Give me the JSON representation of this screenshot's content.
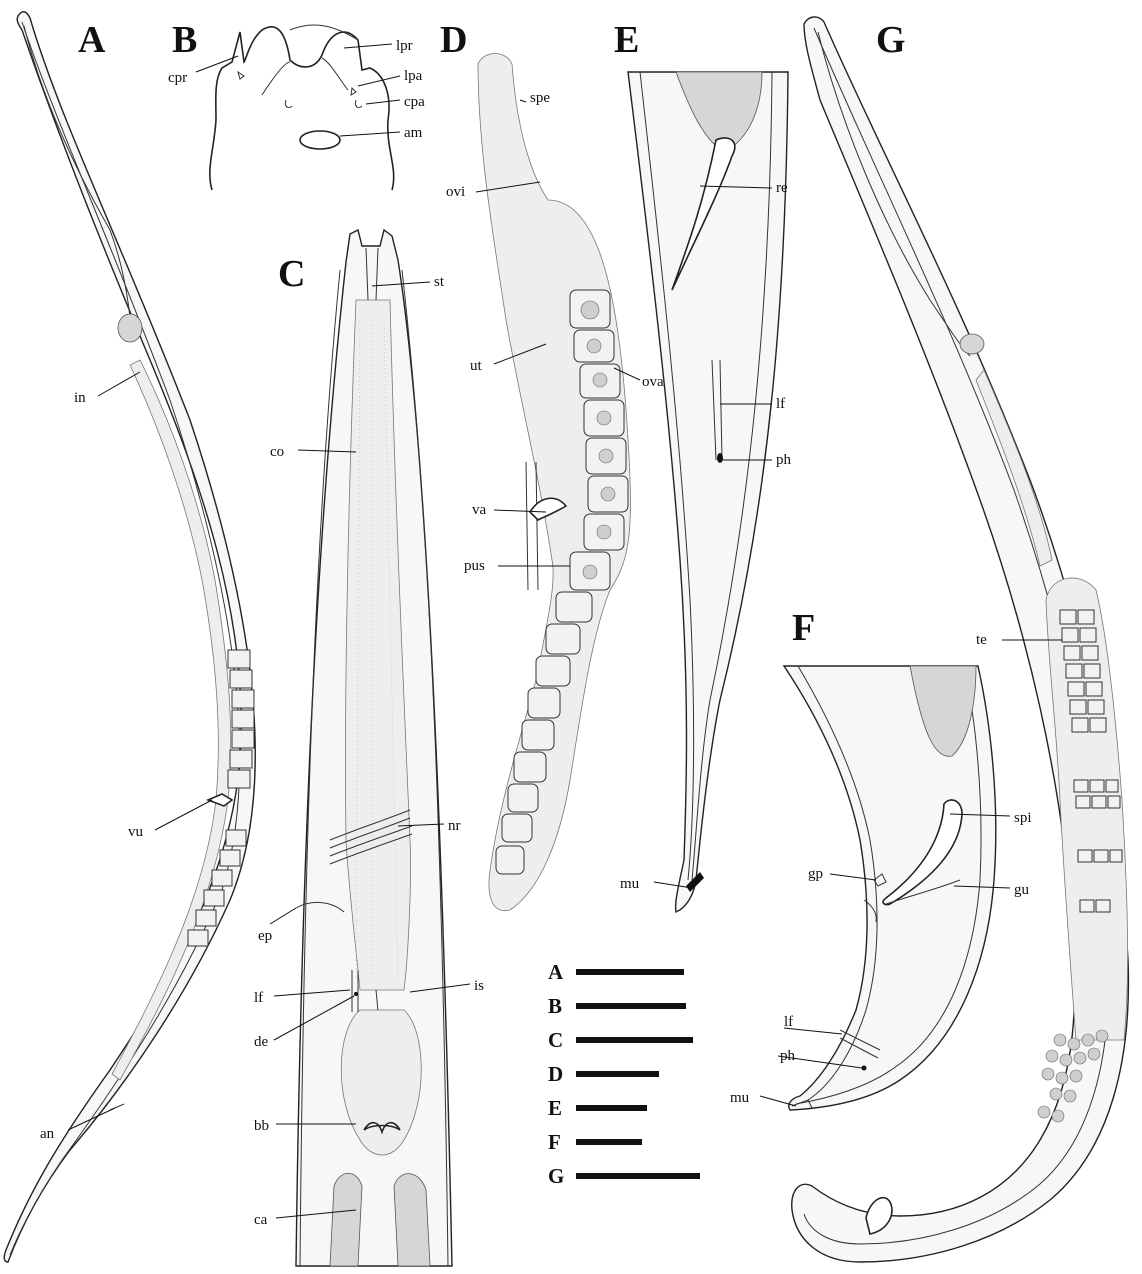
{
  "panels": {
    "A": {
      "letter": "A",
      "labels": {
        "in": "in",
        "vu": "vu",
        "an": "an"
      }
    },
    "B": {
      "letter": "B",
      "labels": {
        "cpr": "cpr",
        "lpr": "lpr",
        "lpa": "lpa",
        "cpa": "cpa",
        "am": "am"
      }
    },
    "C": {
      "letter": "C",
      "labels": {
        "st": "st",
        "co": "co",
        "nr": "nr",
        "ep": "ep",
        "lf": "lf",
        "de": "de",
        "is": "is",
        "bb": "bb",
        "ca": "ca"
      }
    },
    "D": {
      "letter": "D",
      "labels": {
        "spe": "spe",
        "ovi": "ovi",
        "ut": "ut",
        "ova": "ova",
        "va": "va",
        "pus": "pus"
      }
    },
    "E": {
      "letter": "E",
      "labels": {
        "re": "re",
        "lf": "lf",
        "ph": "ph",
        "mu": "mu"
      }
    },
    "F": {
      "letter": "F",
      "labels": {
        "spi": "spi",
        "gp": "gp",
        "gu": "gu",
        "lf": "lf",
        "ph": "ph",
        "mu": "mu"
      }
    },
    "G": {
      "letter": "G",
      "labels": {
        "te": "te"
      }
    }
  },
  "scale_bars": [
    {
      "label": "A",
      "relative_length": 1.0
    },
    {
      "label": "B",
      "relative_length": 1.02
    },
    {
      "label": "C",
      "relative_length": 1.08
    },
    {
      "label": "D",
      "relative_length": 0.77
    },
    {
      "label": "E",
      "relative_length": 0.66
    },
    {
      "label": "F",
      "relative_length": 0.61
    },
    {
      "label": "G",
      "relative_length": 1.15
    }
  ],
  "colors": {
    "ink": "#111111",
    "tissue": "#eeeeee",
    "shade": "#d6d6d6"
  }
}
